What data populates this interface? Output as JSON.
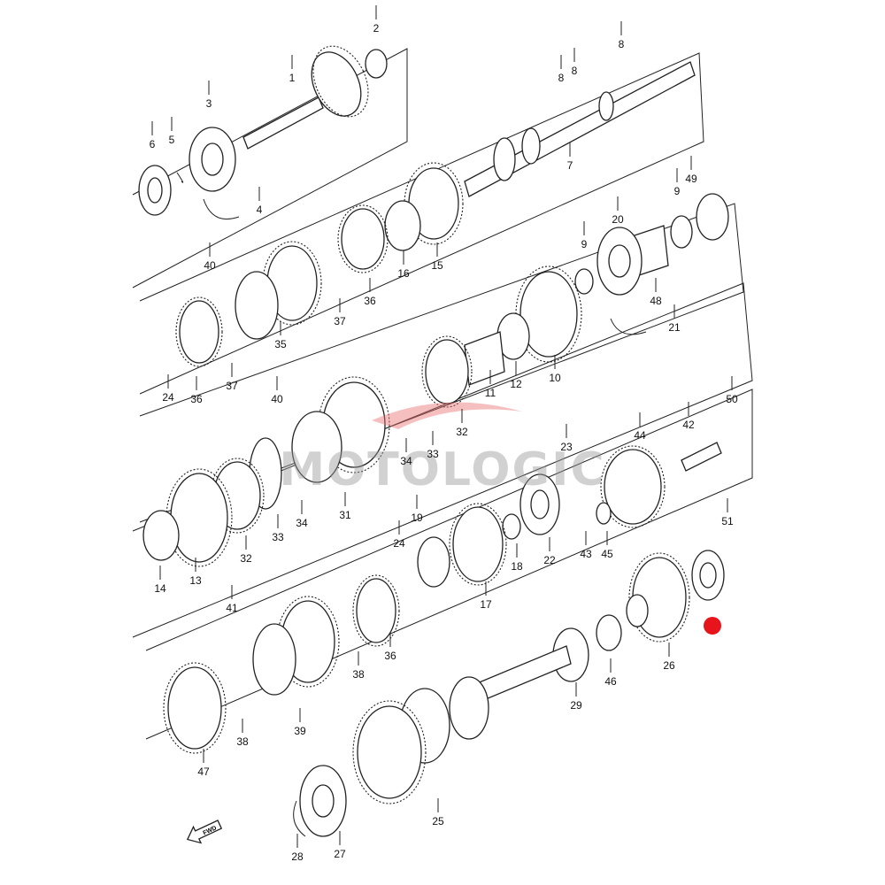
{
  "diagram": {
    "watermark": "MOTOLOGIC",
    "direction_badge": "FWD",
    "highlight_color": "#e8141b",
    "labels": [
      "1",
      "2",
      "3",
      "6",
      "5",
      "4",
      "8",
      "8",
      "8",
      "7",
      "49",
      "9",
      "20",
      "9",
      "48",
      "21",
      "40",
      "16",
      "15",
      "36",
      "37",
      "35",
      "24",
      "36",
      "37",
      "12",
      "10",
      "11",
      "40",
      "32",
      "33",
      "34",
      "50",
      "42",
      "44",
      "23",
      "31",
      "34",
      "33",
      "32",
      "13",
      "14",
      "19",
      "24",
      "43",
      "45",
      "22",
      "18",
      "17",
      "51",
      "41",
      "36",
      "38",
      "46",
      "26",
      "29",
      "38",
      "39",
      "47",
      "25",
      "28",
      "27"
    ]
  }
}
